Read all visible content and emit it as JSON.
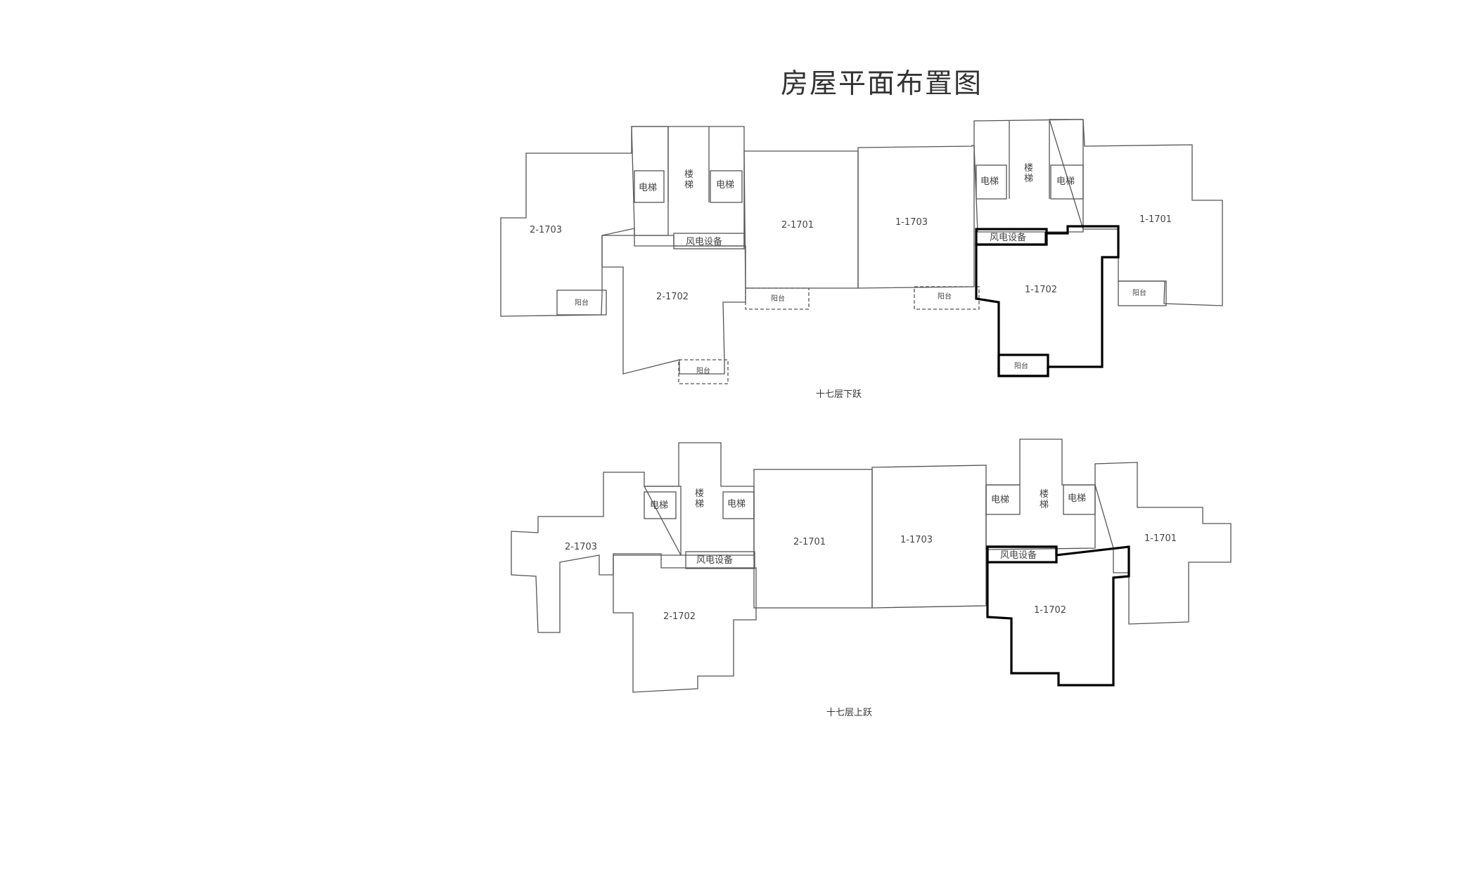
{
  "title": "房屋平面布置图",
  "lower_floor": {
    "caption": "十七层下跃",
    "units": {
      "u2_1703": "2-1703",
      "u2_1701": "2-1701",
      "u2_1702": "2-1702",
      "u1_1703": "1-1703",
      "u1_1701": "1-1701",
      "u1_1702": "1-1702"
    },
    "left_core": {
      "elevator_a": "电梯",
      "stairs": "楼梯",
      "elevator_b": "电梯",
      "equipment": "风电设备"
    },
    "right_core": {
      "elevator_a": "电梯",
      "stairs": "楼梯",
      "elevator_b": "电梯",
      "equipment": "风电设备"
    },
    "balconies": [
      "阳台",
      "阳台",
      "阳台",
      "阳台",
      "阳台",
      "阳台"
    ]
  },
  "upper_floor": {
    "caption": "十七层上跃",
    "units": {
      "u2_1703": "2-1703",
      "u2_1701": "2-1701",
      "u2_1702": "2-1702",
      "u1_1703": "1-1703",
      "u1_1701": "1-1701",
      "u1_1702": "1-1702"
    },
    "left_core": {
      "elevator_a": "电梯",
      "stairs": "楼梯",
      "elevator_b": "电梯",
      "equipment": "风电设备"
    },
    "right_core": {
      "elevator_a": "电梯",
      "stairs": "楼梯",
      "elevator_b": "电梯",
      "equipment": "风电设备"
    }
  },
  "highlight_color": "#000000",
  "line_color": "#555555"
}
